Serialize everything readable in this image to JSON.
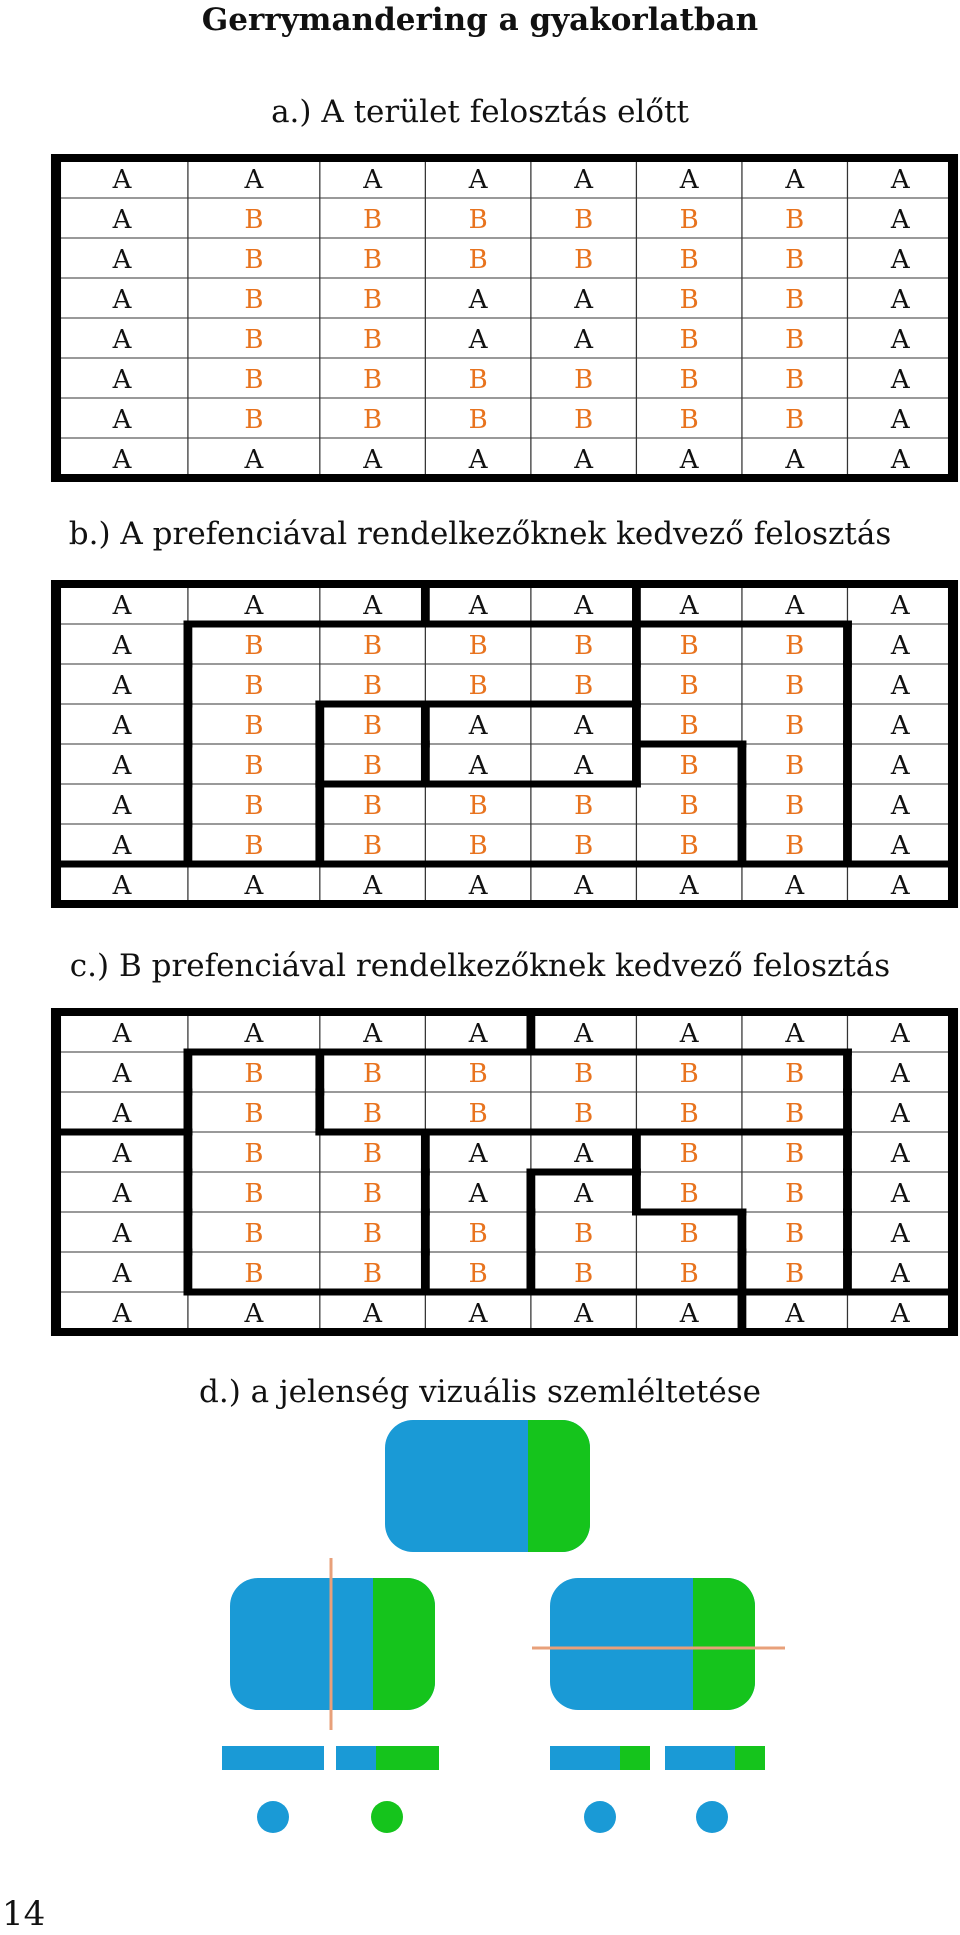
{
  "title": "Gerrymandering a gyakorlatban",
  "sections": {
    "a": {
      "caption": "a.) A terület felosztás előtt"
    },
    "b": {
      "caption": "b.) A prefenciával rendelkezőknek kedvező felosztás"
    },
    "c": {
      "caption": "c.) B prefenciával rendelkezőknek kedvező felosztás"
    },
    "d": {
      "caption": "d.) a jelenség vizuális szemléltetése"
    }
  },
  "grid": {
    "rows": [
      [
        "A",
        "A",
        "A",
        "A",
        "A",
        "A",
        "A",
        "A"
      ],
      [
        "A",
        "B",
        "B",
        "B",
        "B",
        "B",
        "B",
        "A"
      ],
      [
        "A",
        "B",
        "B",
        "B",
        "B",
        "B",
        "B",
        "A"
      ],
      [
        "A",
        "B",
        "B",
        "A",
        "A",
        "B",
        "B",
        "A"
      ],
      [
        "A",
        "B",
        "B",
        "A",
        "A",
        "B",
        "B",
        "A"
      ],
      [
        "A",
        "B",
        "B",
        "B",
        "B",
        "B",
        "B",
        "A"
      ],
      [
        "A",
        "B",
        "B",
        "B",
        "B",
        "B",
        "B",
        "A"
      ],
      [
        "A",
        "A",
        "A",
        "A",
        "A",
        "A",
        "A",
        "A"
      ]
    ]
  },
  "colors": {
    "a_letter": "#111111",
    "b_letter": "#e8731e",
    "blue": "#1a9ad6",
    "green": "#15c41c",
    "divider": "#e8a07a"
  },
  "page_number": "14"
}
